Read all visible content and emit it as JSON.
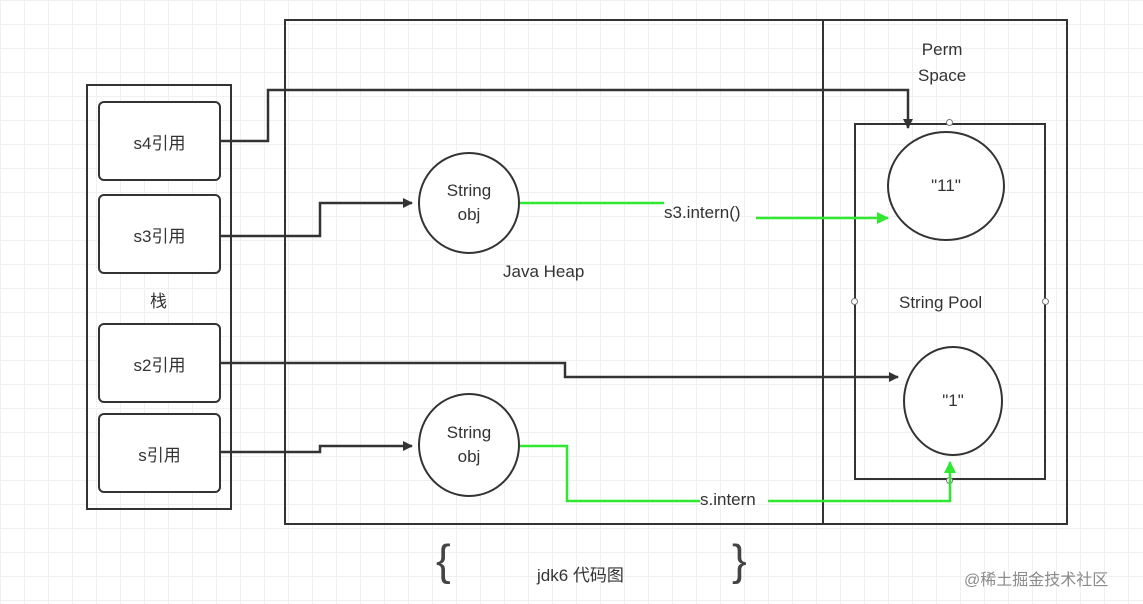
{
  "stack": {
    "label": "栈",
    "refs": [
      "s4引用",
      "s3引用",
      "s2引用",
      "s引用"
    ]
  },
  "heap": {
    "label": "Java Heap",
    "string_obj_top": {
      "line1": "String",
      "line2": "obj"
    },
    "string_obj_bottom": {
      "line1": "String",
      "line2": "obj"
    }
  },
  "perm": {
    "label_line1": "Perm",
    "label_line2": "Space",
    "pool_label": "String Pool",
    "node_11": "\"11\"",
    "node_1": "\"1\""
  },
  "edges": {
    "s3_intern_label": "s3.intern()",
    "s_intern_label": "s.intern"
  },
  "caption": {
    "brace_left": "{",
    "text": "jdk6 代码图",
    "brace_right": "}"
  },
  "watermark": "@稀土掘金技术社区",
  "colors": {
    "line": "#333333",
    "green": "#2fe82f"
  }
}
